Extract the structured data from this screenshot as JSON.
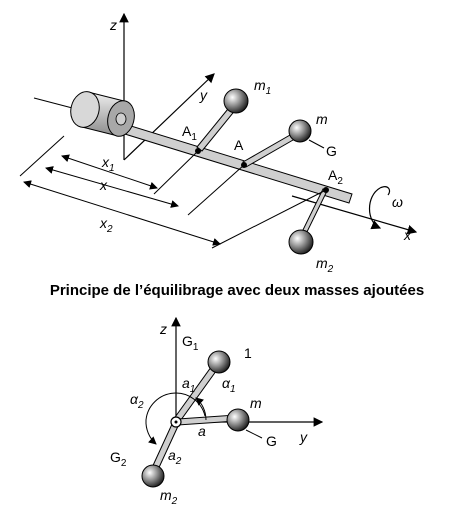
{
  "caption": "Principe de l’équilibrage avec deux masses ajoutées",
  "colors": {
    "line": "#000000",
    "shaft": "#c8c8c8",
    "mass_dark": "#222222",
    "mass_light": "#ffffff",
    "cylinder": "#d0d0d0"
  },
  "top_figure": {
    "axis_z": "z",
    "axis_y": "y",
    "axis_x": "x",
    "omega": "ω",
    "m1": {
      "base": "m",
      "sub": "1"
    },
    "m": {
      "base": "m",
      "sub": ""
    },
    "m2": {
      "base": "m",
      "sub": "2"
    },
    "G": "G",
    "A1": {
      "base": "A",
      "sub": "1"
    },
    "A": {
      "base": "A",
      "sub": ""
    },
    "A2": {
      "base": "A",
      "sub": "2"
    },
    "x1": {
      "base": "x",
      "sub": "1"
    },
    "x": {
      "base": "x",
      "sub": ""
    },
    "x2": {
      "base": "x",
      "sub": "2"
    }
  },
  "bottom_figure": {
    "axis_z": "z",
    "axis_y": "y",
    "G1": {
      "base": "G",
      "sub": "1"
    },
    "one": "1",
    "a1": {
      "base": "a",
      "sub": "1"
    },
    "alpha1": {
      "base": "α",
      "sub": "1"
    },
    "alpha2": {
      "base": "α",
      "sub": "2"
    },
    "m": "m",
    "a": "a",
    "G": "G",
    "G2": {
      "base": "G",
      "sub": "2"
    },
    "a2": {
      "base": "a",
      "sub": "2"
    },
    "m2": {
      "base": "m",
      "sub": "2"
    }
  }
}
